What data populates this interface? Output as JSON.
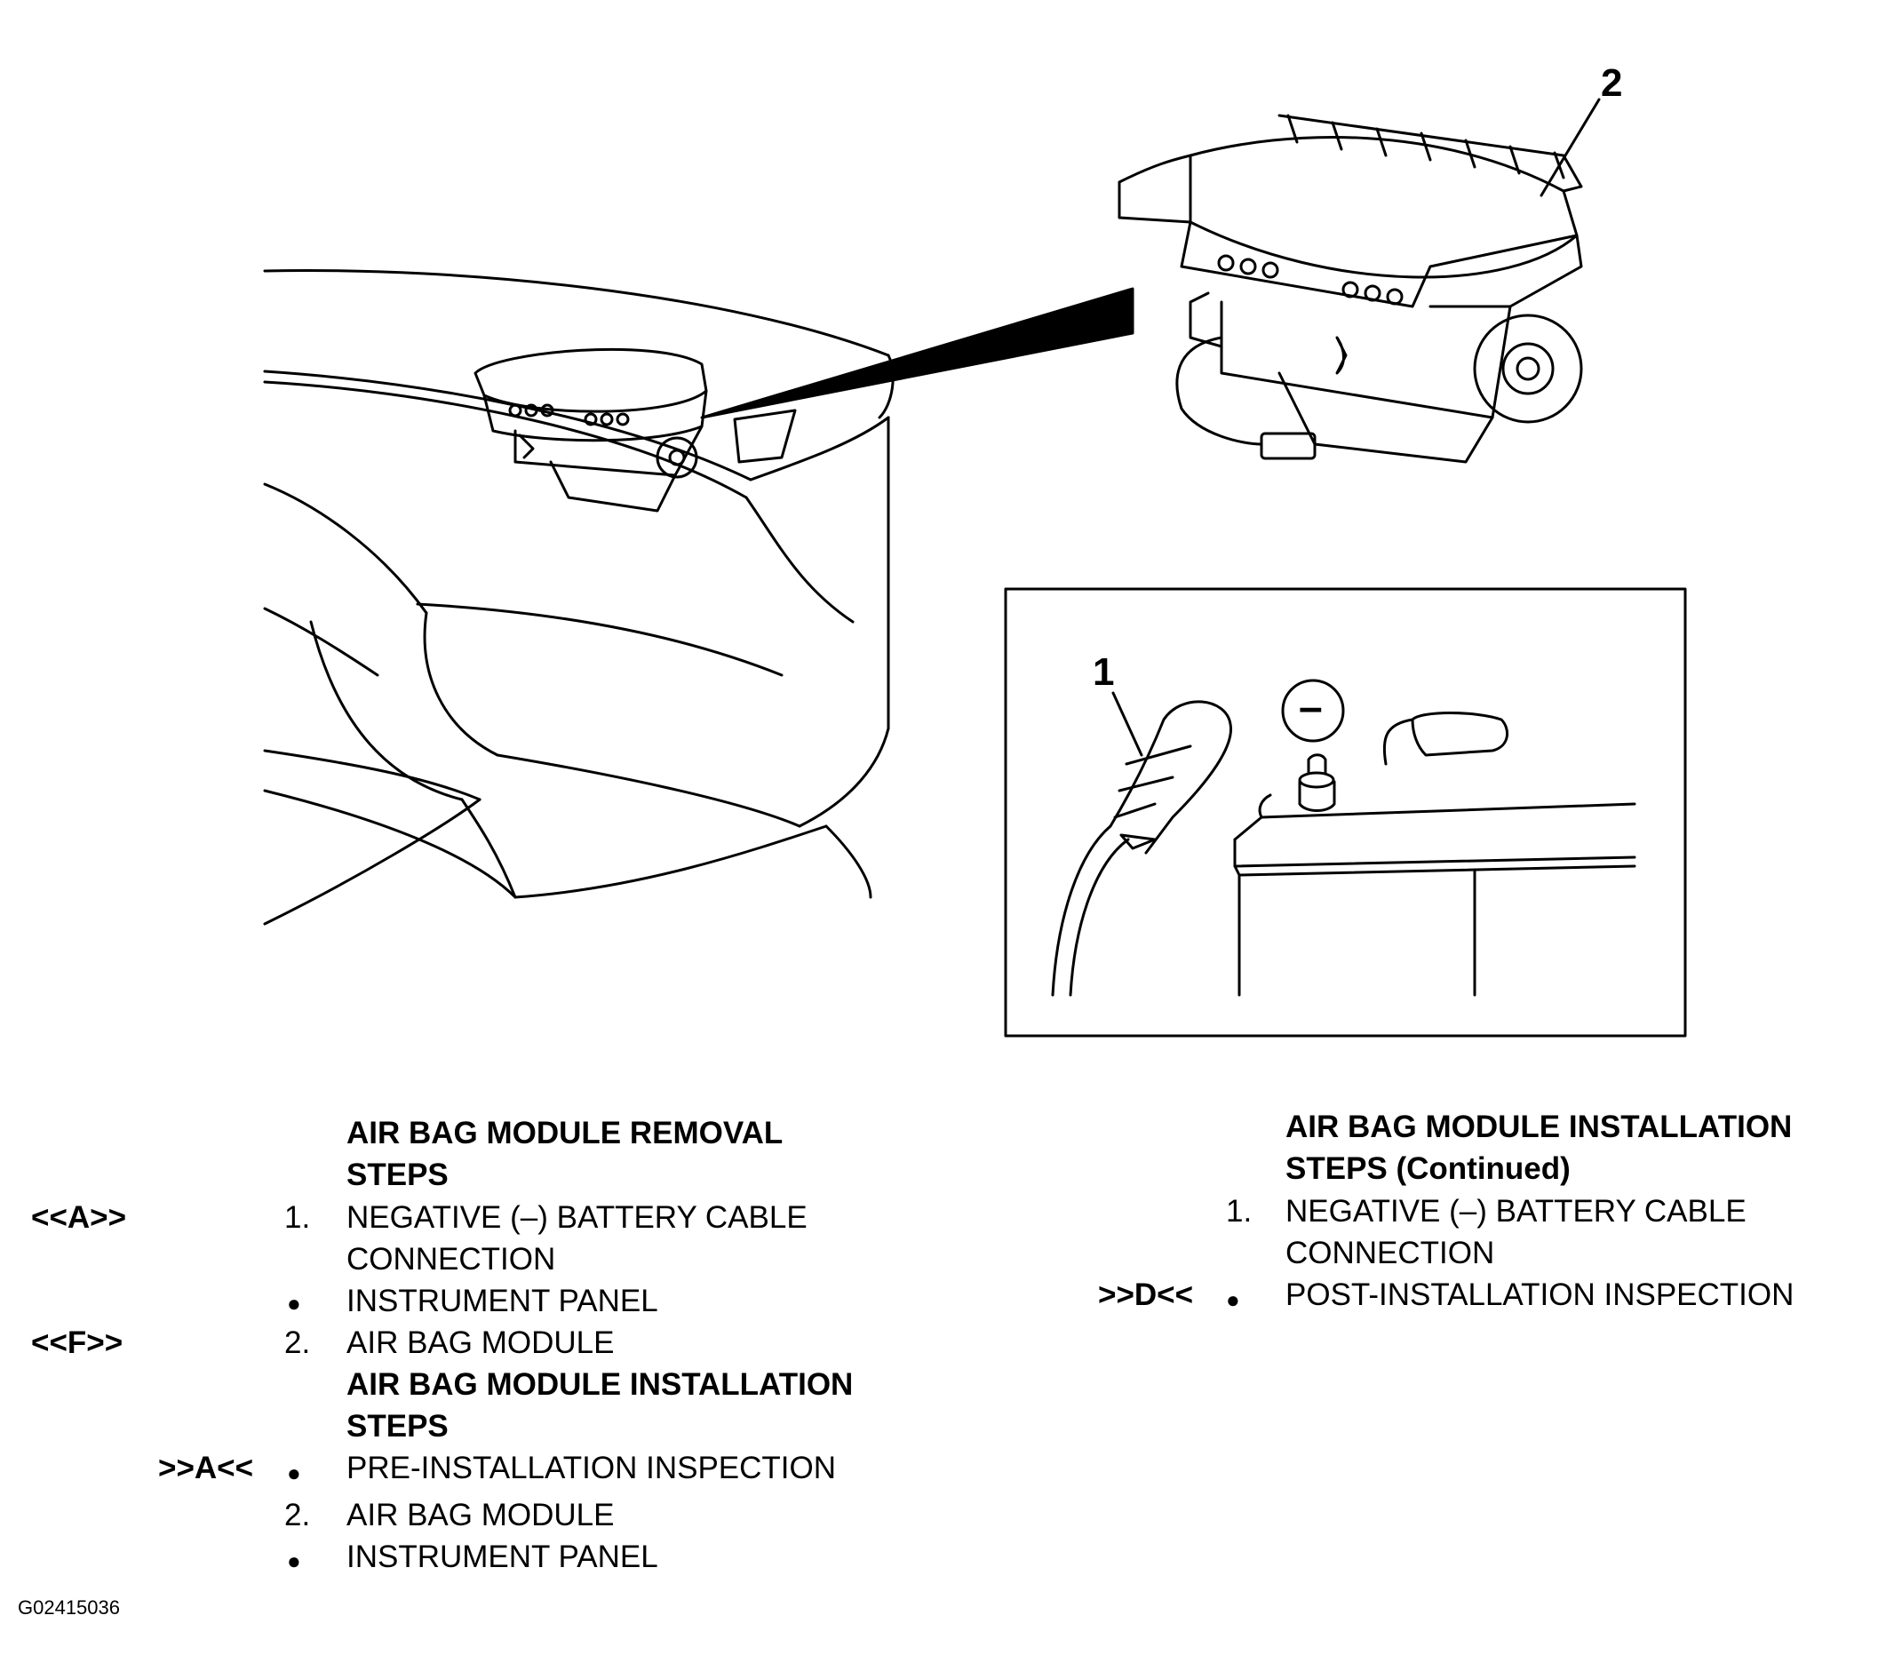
{
  "callouts": {
    "one": "1",
    "two": "2"
  },
  "removal": {
    "heading_line1": "AIR BAG MODULE REMOVAL",
    "heading_line2": "STEPS",
    "items": [
      {
        "ref": "<<A>>",
        "marker": "1.",
        "line1": "NEGATIVE (–) BATTERY CABLE",
        "line2": "CONNECTION"
      },
      {
        "ref": "",
        "marker": "●",
        "line1": "INSTRUMENT PANEL"
      },
      {
        "ref": "<<F>>",
        "marker": "2.",
        "line1": "AIR BAG MODULE"
      }
    ]
  },
  "installation": {
    "heading_line1": "AIR BAG MODULE INSTALLATION",
    "heading_line2": "STEPS",
    "items": [
      {
        "ref": ">>A<<",
        "marker": "●",
        "line1": "PRE-INSTALLATION INSPECTION"
      },
      {
        "ref": "",
        "marker": "2.",
        "line1": "AIR BAG MODULE"
      },
      {
        "ref": "",
        "marker": "●",
        "line1": "INSTRUMENT PANEL"
      }
    ]
  },
  "installation_continued": {
    "heading_line1": "AIR BAG MODULE INSTALLATION",
    "heading_line2": "STEPS (Continued)",
    "items": [
      {
        "ref": "",
        "marker": "1.",
        "line1": "NEGATIVE (–) BATTERY CABLE",
        "line2": "CONNECTION"
      },
      {
        "ref": ">>D<<",
        "marker": "●",
        "line1": "POST-INSTALLATION INSPECTION"
      }
    ]
  },
  "battery_symbol": "–",
  "figure_id": "G02415036"
}
